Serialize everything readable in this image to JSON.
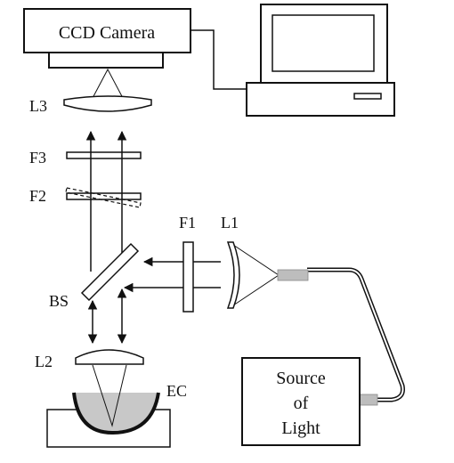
{
  "labels": {
    "camera": "CCD Camera",
    "l3": "L3",
    "f3": "F3",
    "f2": "F2",
    "f1": "F1",
    "l1": "L1",
    "bs": "BS",
    "l2": "L2",
    "ec": "EC",
    "source_line1": "Source",
    "source_line2": "of",
    "source_line3": "Light"
  },
  "colors": {
    "ink": "#111111",
    "fiber_connector": "#bdbdbd",
    "electrolyte": "#c8c8c8"
  }
}
